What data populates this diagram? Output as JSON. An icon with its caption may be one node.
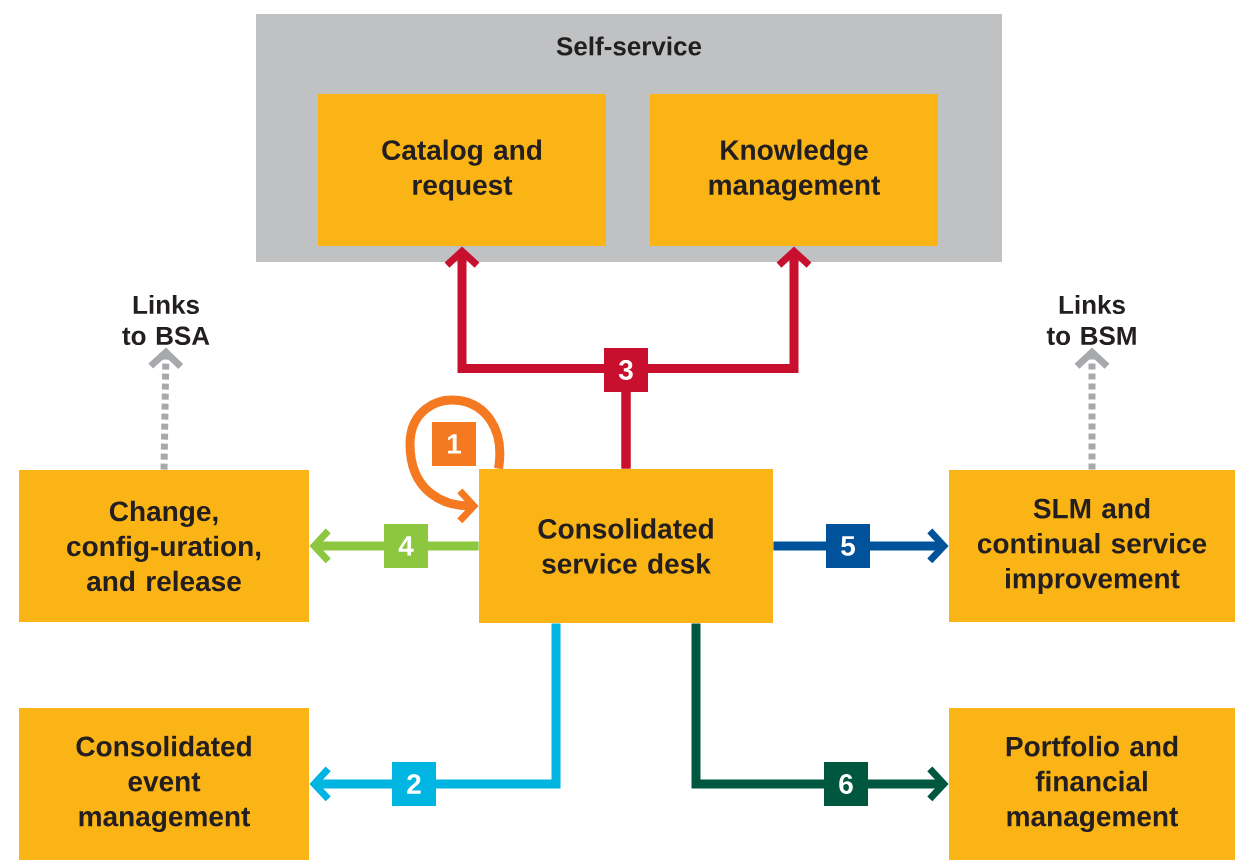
{
  "diagram": {
    "nodes": [
      {
        "text": [
          "Self-service"
        ]
      },
      {
        "text": [
          "Catalog and request"
        ],
        "in": 0
      },
      {
        "text": [
          "Knowledge management"
        ],
        "in": 0
      },
      {
        "text": [
          "Links to BSA"
        ]
      },
      {
        "text": [
          "Links to BSM"
        ]
      },
      {
        "text": [
          "Change, config-uration, and release"
        ]
      },
      {
        "text": [
          "Consolidated service desk"
        ]
      },
      {
        "text": [
          "SLM and continual service improvement"
        ]
      },
      {
        "text": [
          "Consolidated event management"
        ]
      },
      {
        "text": [
          "Portfolio and financial management"
        ]
      }
    ],
    "edges": [
      {
        "from": 6,
        "to": 6,
        "arrow": "to",
        "label": "1",
        "color": "#f47920"
      },
      {
        "from": 6,
        "to": 1,
        "arrow": "to",
        "label": "3",
        "color": "#c8102e"
      },
      {
        "from": 6,
        "to": 2,
        "arrow": "to",
        "color": "#c8102e"
      },
      {
        "from": 6,
        "to": 5,
        "arrow": "to",
        "label": "4",
        "color": "#8dc63f"
      },
      {
        "from": 6,
        "to": 8,
        "arrow": "to",
        "label": "2",
        "color": "#00b5e2"
      },
      {
        "from": 6,
        "to": 7,
        "arrow": "to",
        "label": "5",
        "color": "#00529b"
      },
      {
        "from": 6,
        "to": 9,
        "arrow": "to",
        "label": "6",
        "color": "#00573f"
      },
      {
        "from": 5,
        "to": 3,
        "arrow": "to",
        "style": "dashed",
        "color": "#a7a9ac"
      },
      {
        "from": 7,
        "to": 4,
        "arrow": "to",
        "style": "dashed",
        "color": "#a7a9ac"
      }
    ]
  }
}
